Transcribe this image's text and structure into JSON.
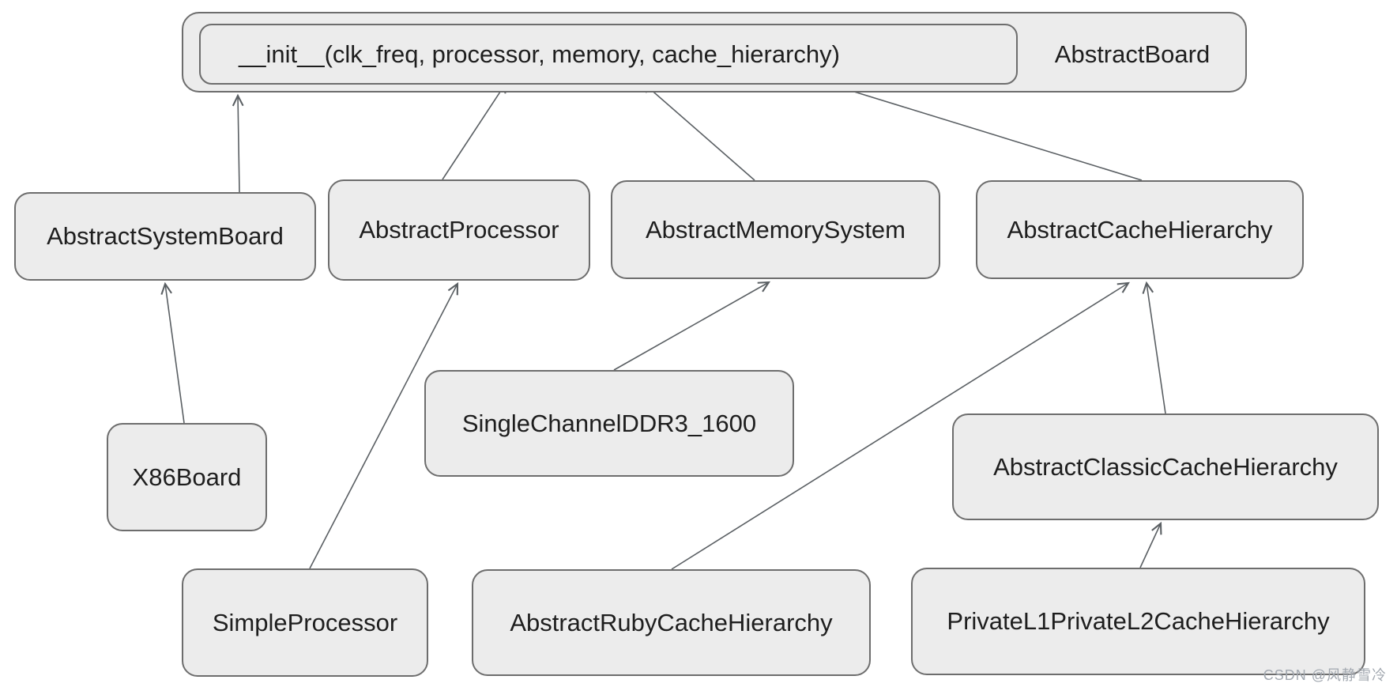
{
  "diagram": {
    "root": {
      "class_name": "AbstractBoard",
      "method_signature": "__init__(clk_freq, processor, memory, cache_hierarchy)"
    },
    "nodes": {
      "abstract_system_board": "AbstractSystemBoard",
      "abstract_processor": "AbstractProcessor",
      "abstract_memory_system": "AbstractMemorySystem",
      "abstract_cache_hierarchy": "AbstractCacheHierarchy",
      "x86_board": "X86Board",
      "single_channel_ddr3_1600": "SingleChannelDDR3_1600",
      "abstract_classic_cache_hierarchy": "AbstractClassicCacheHierarchy",
      "simple_processor": "SimpleProcessor",
      "abstract_ruby_cache_hierarchy": "AbstractRubyCacheHierarchy",
      "private_l1_private_l2_cache_hierarchy": "PrivateL1PrivateL2CacheHierarchy"
    },
    "edges": [
      {
        "from": "AbstractSystemBoard",
        "to": "AbstractBoard"
      },
      {
        "from": "AbstractProcessor",
        "to": "AbstractBoard.__init__ processor"
      },
      {
        "from": "AbstractMemorySystem",
        "to": "AbstractBoard.__init__ memory"
      },
      {
        "from": "AbstractCacheHierarchy",
        "to": "AbstractBoard.__init__ cache_hierarchy"
      },
      {
        "from": "X86Board",
        "to": "AbstractSystemBoard"
      },
      {
        "from": "SimpleProcessor",
        "to": "AbstractProcessor"
      },
      {
        "from": "SingleChannelDDR3_1600",
        "to": "AbstractMemorySystem"
      },
      {
        "from": "AbstractRubyCacheHierarchy",
        "to": "AbstractCacheHierarchy"
      },
      {
        "from": "AbstractClassicCacheHierarchy",
        "to": "AbstractCacheHierarchy"
      },
      {
        "from": "PrivateL1PrivateL2CacheHierarchy",
        "to": "AbstractClassicCacheHierarchy"
      }
    ],
    "watermark": "CSDN @风静雪冷",
    "colors": {
      "background": "#ffffff",
      "node_fill": "#ececec",
      "node_border": "#6d6d6d",
      "arrow": "#5a5f63",
      "label_text": "#1e1e1e",
      "watermark_text": "#a2a8b0"
    }
  }
}
